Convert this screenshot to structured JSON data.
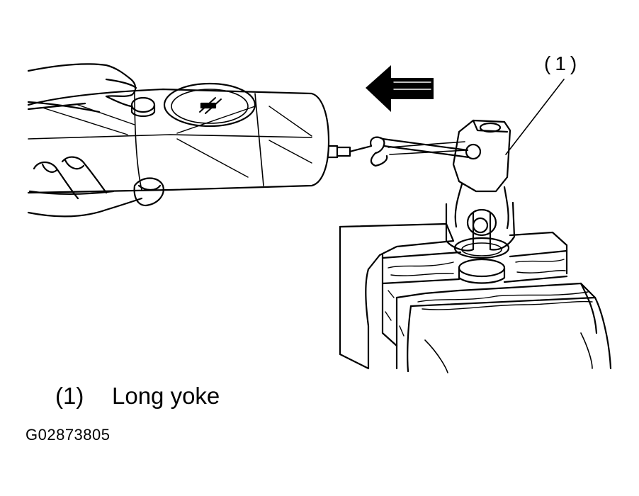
{
  "callout": {
    "number": "(1)"
  },
  "legend": {
    "number": "(1)",
    "label": "Long yoke"
  },
  "figure_id": "G02873805",
  "icons": {
    "pull_direction": "arrow-left-icon",
    "gauge": "spring-scale-icon",
    "vise": "bench-vise-icon",
    "yoke": "universal-joint-yoke-icon",
    "hands": "hand-icon"
  },
  "colors": {
    "ink": "#000000",
    "paper": "#ffffff"
  }
}
